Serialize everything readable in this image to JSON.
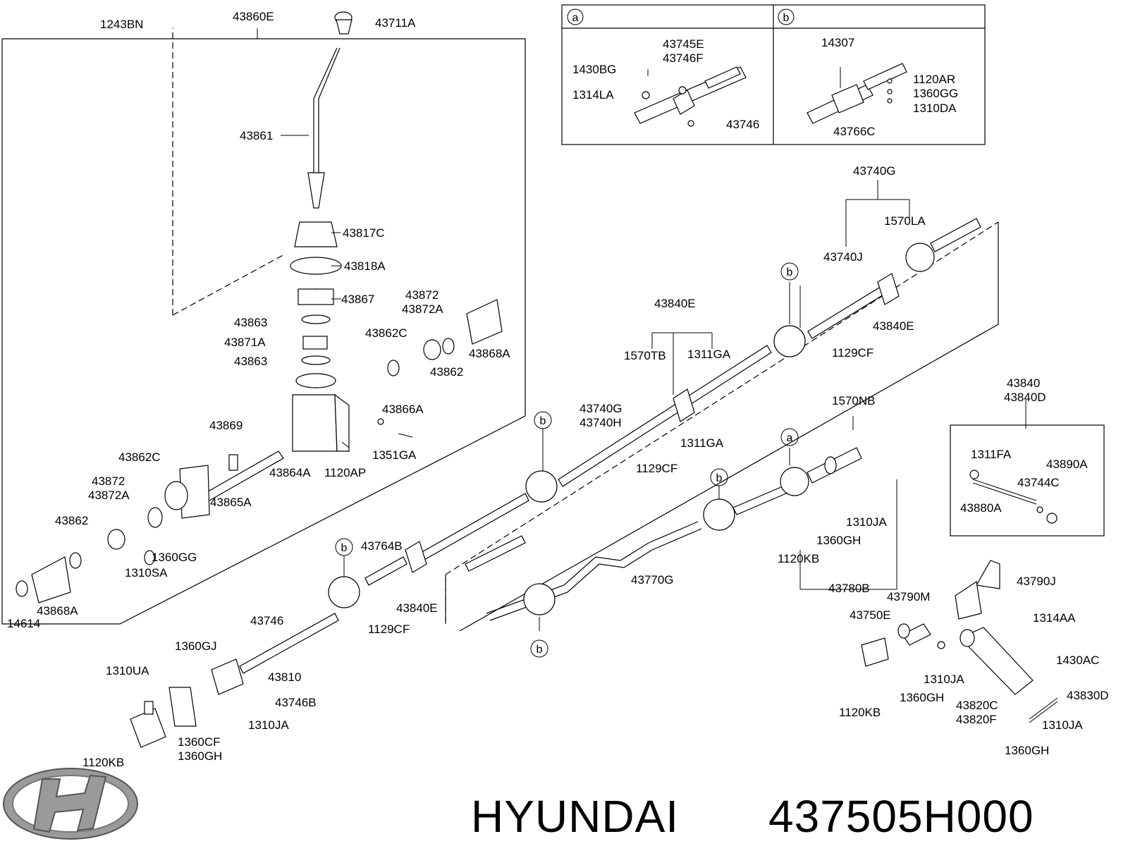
{
  "brand": {
    "name": "HYUNDAI",
    "part_number": "437505H000",
    "logo": "hyundai-logo"
  },
  "inset_a": {
    "letter": "a",
    "labels": [
      "43745E",
      "43746F",
      "1430BG",
      "1314LA",
      "43746"
    ]
  },
  "inset_b": {
    "letter": "b",
    "labels": [
      "14307",
      "1120AR",
      "1360GG",
      "1310DA",
      "43766C"
    ]
  },
  "callouts": [
    "43860E",
    "1243BN",
    "43711A",
    "43861",
    "43817C",
    "43818A",
    "43867",
    "43863",
    "43871A",
    "43863",
    "43872",
    "43872A",
    "43862C",
    "43862",
    "43868A",
    "43866A",
    "1351GA",
    "1120AP",
    "43864A",
    "43869",
    "43862C",
    "43872",
    "43872A",
    "43865A",
    "43862",
    "1360GG",
    "1310SA",
    "43868A",
    "14614",
    "43840E",
    "1570TB",
    "1311GA",
    "43740G",
    "43740H",
    "1311GA",
    "1129CF",
    "43740G",
    "1570LA",
    "43740J",
    "43840E",
    "1129CF",
    "43764B",
    "43840E",
    "1129CF",
    "43746",
    "1360GJ",
    "1310UA",
    "43810",
    "43746B",
    "1310JA",
    "1360CF",
    "1360GH",
    "1120KB",
    "43770G",
    "1570NB",
    "1310JA",
    "1360GH",
    "1120KB",
    "43780B",
    "43840",
    "43840D",
    "1311FA",
    "43890A",
    "43744C",
    "43880A",
    "43790J",
    "43790M",
    "43750E",
    "1310JA",
    "1360GH",
    "1120KB",
    "1314AA",
    "1430AC",
    "43830D",
    "43820C",
    "43820F",
    "1310JA",
    "1360GH"
  ]
}
